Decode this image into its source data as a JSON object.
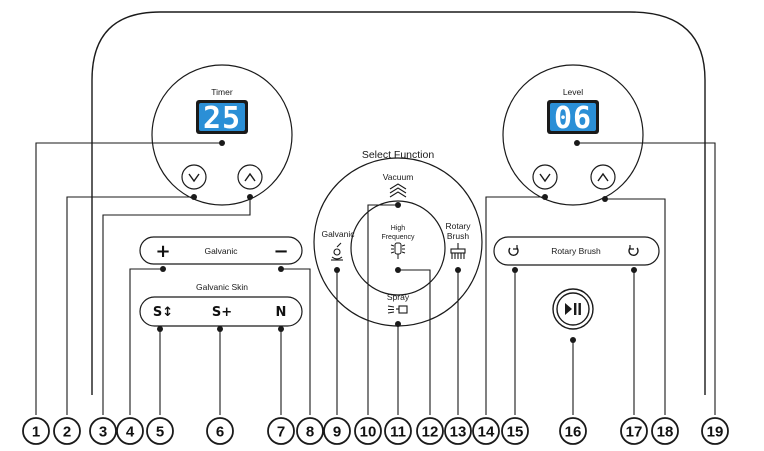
{
  "timer": {
    "label": "Timer",
    "display_value": "25",
    "down_icon": "chevron-down-icon",
    "up_icon": "chevron-up-icon"
  },
  "level": {
    "label": "Level",
    "display_value": "06",
    "down_icon": "chevron-down-icon",
    "up_icon": "chevron-up-icon"
  },
  "select_function": {
    "title": "Select Function",
    "vacuum": "Vacuum",
    "galvanic": "Galvanic",
    "high_frequency_line1": "High",
    "high_frequency_line2": "Frequency",
    "rotary_brush_line1": "Rotary",
    "rotary_brush_line2": "Brush",
    "spray": "Spray"
  },
  "galvanic_bar": {
    "label": "Galvanic",
    "plus": "+",
    "minus": "−"
  },
  "galvanic_skin": {
    "title": "Galvanic Skin",
    "button_1": "S↕",
    "button_2": "S+",
    "button_3": "N"
  },
  "rotary_bar": {
    "label": "Rotary Brush",
    "ccw_icon": "rotate-ccw-icon",
    "cw_icon": "rotate-cw-icon"
  },
  "play_pause": {
    "icon": "play-pause-icon"
  },
  "callouts": [
    "1",
    "2",
    "3",
    "4",
    "5",
    "6",
    "7",
    "8",
    "9",
    "10",
    "11",
    "12",
    "13",
    "14",
    "15",
    "16",
    "17",
    "18",
    "19"
  ],
  "colors": {
    "outline": "#1a1a1a",
    "display_bg": "#2b8fd6",
    "display_border": "#1a1a1a"
  }
}
